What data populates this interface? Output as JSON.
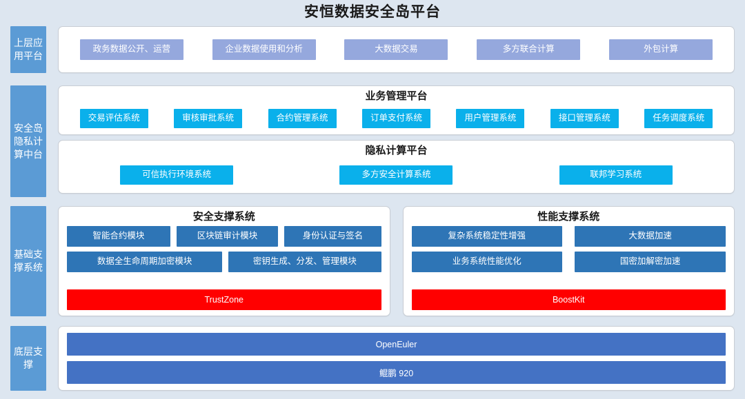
{
  "title": "安恒数据安全岛平台",
  "layers": {
    "application": {
      "side_label": "上层应用平台",
      "items": [
        {
          "label": "政务数据公开、运营"
        },
        {
          "label": "企业数据使用和分析"
        },
        {
          "label": "大数据交易"
        },
        {
          "label": "多方联合计算"
        },
        {
          "label": "外包计算"
        }
      ]
    },
    "midplatform": {
      "side_label": "安全岛隐私计算中台",
      "business": {
        "title": "业务管理平台",
        "items": [
          {
            "label": "交易评估系统"
          },
          {
            "label": "审核审批系统"
          },
          {
            "label": "合约管理系统"
          },
          {
            "label": "订单支付系统"
          },
          {
            "label": "用户管理系统"
          },
          {
            "label": "接口管理系统"
          },
          {
            "label": "任务调度系统"
          }
        ]
      },
      "privacy": {
        "title": "隐私计算平台",
        "items": [
          {
            "label": "可信执行环境系统"
          },
          {
            "label": "多方安全计算系统"
          },
          {
            "label": "联邦学习系统"
          }
        ]
      }
    },
    "foundation": {
      "side_label": "基础支撑系统",
      "security": {
        "title": "安全支撑系统",
        "row1": [
          {
            "label": "智能合约模块"
          },
          {
            "label": "区块链审计模块"
          },
          {
            "label": "身份认证与签名"
          }
        ],
        "row2": [
          {
            "label": "数据全生命周期加密模块"
          },
          {
            "label": "密钥生成、分发、管理模块"
          }
        ],
        "bar": {
          "label": "TrustZone"
        }
      },
      "performance": {
        "title": "性能支撑系统",
        "row1": [
          {
            "label": "复杂系统稳定性增强"
          },
          {
            "label": "大数据加速"
          }
        ],
        "row2": [
          {
            "label": "业务系统性能优化"
          },
          {
            "label": "国密加解密加速"
          }
        ],
        "bar": {
          "label": "BoostKit"
        }
      }
    },
    "bottom": {
      "side_label": "底层支撑",
      "bars": [
        {
          "label": "OpenEuler"
        },
        {
          "label": "鲲鹏 920"
        }
      ]
    }
  },
  "colors": {
    "page_background": "#dde6f0",
    "side_label": "#5b9bd5",
    "application_chip": "#95a8dd",
    "cyan_chip": "#0ab0eb",
    "steel_chip": "#2e75b6",
    "red_bar": "#ff0000",
    "navy_bar": "#4472c4",
    "panel_background": "#ffffff"
  }
}
